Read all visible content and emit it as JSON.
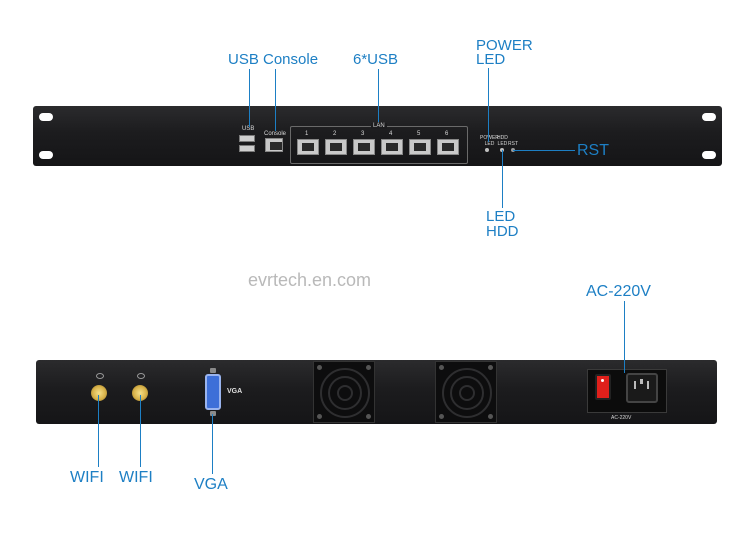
{
  "watermark": "evrtech.en.com",
  "front": {
    "callouts": {
      "usb_console": "USB Console",
      "six_usb": "6*USB",
      "power_led_line1": "POWER",
      "power_led_line2": "LED",
      "rst": "RST",
      "led_hdd_line1": "LED",
      "led_hdd_line2": "HDD"
    },
    "silkscreen": {
      "usb": "USB",
      "console": "Console",
      "lan": "LAN",
      "ports": [
        "1",
        "2",
        "3",
        "4",
        "5",
        "6"
      ],
      "power_led": "POWER\nLED",
      "hdd_led": "HDD\nLED",
      "rst": "RST"
    }
  },
  "rear": {
    "callouts": {
      "ac": "AC-220V",
      "wifi_1": "WIFI",
      "wifi_2": "WIFI",
      "vga": "VGA"
    },
    "silkscreen": {
      "vga": "VGA",
      "ac": "AC-220V"
    }
  },
  "colors": {
    "callout": "#1d7fc4",
    "panel": "#1c1c1e",
    "switch": "#e0201b"
  }
}
